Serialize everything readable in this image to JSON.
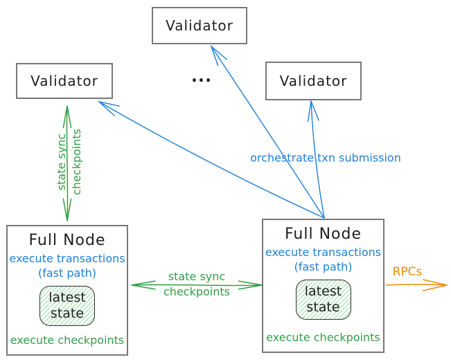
{
  "colors": {
    "blue": "#1c7ed6",
    "green": "#2f9e44",
    "light_green": "#bfe8c6",
    "orange": "#f08c00",
    "box_border": "#777777",
    "ink": "#1e1e1e"
  },
  "nodes": {
    "validator_top": {
      "label": "Validator"
    },
    "validator_left": {
      "label": "Validator"
    },
    "validator_right": {
      "label": "Validator"
    },
    "ellipsis": {
      "label": "..."
    },
    "full_node_left": {
      "title": "Full Node",
      "exec_line1": "execute transactions",
      "exec_line2": "(fast path)",
      "state_line1": "latest",
      "state_line2": "state",
      "footer": "execute checkpoints"
    },
    "full_node_right": {
      "title": "Full Node",
      "exec_line1": "execute transactions",
      "exec_line2": "(fast path)",
      "state_line1": "latest",
      "state_line2": "state",
      "footer": "execute checkpoints"
    }
  },
  "edges": {
    "left_sync": {
      "line1": "state sync",
      "line2": "checkpoints"
    },
    "center_sync": {
      "line1": "state sync",
      "line2": "checkpoints"
    },
    "orchestrate": {
      "label": "orchestrate txn submission"
    },
    "rpcs": {
      "label": "RPCs"
    }
  }
}
